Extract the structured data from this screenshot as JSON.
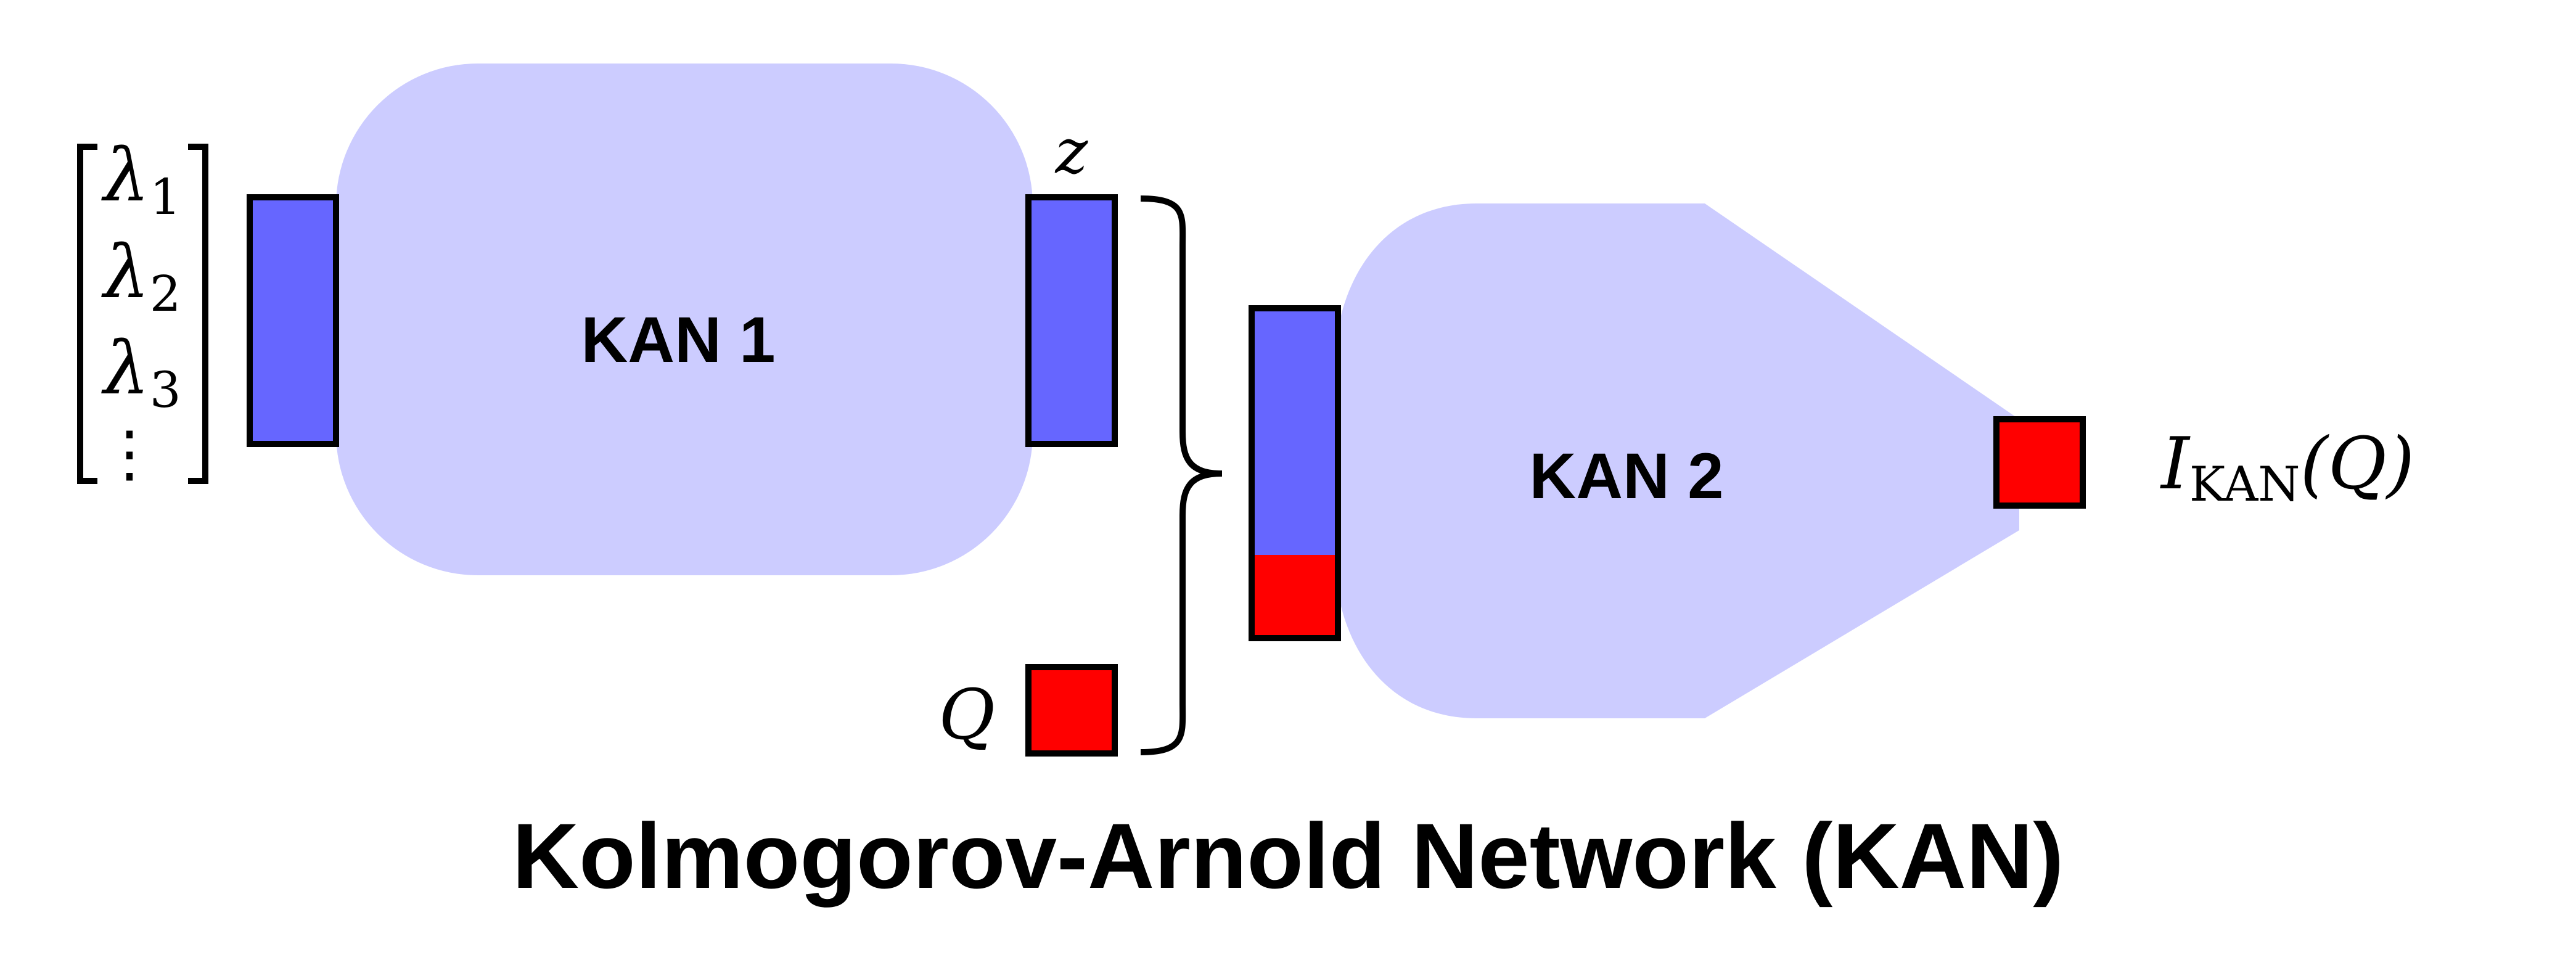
{
  "input_vector": {
    "symbol": "λ",
    "subscripts": [
      "1",
      "2",
      "3"
    ],
    "ellipsis": "⋮"
  },
  "kan1": {
    "label": "KAN 1"
  },
  "kan2": {
    "label": "KAN 2"
  },
  "latent": {
    "label": "z"
  },
  "query": {
    "label": "Q"
  },
  "output": {
    "main": "I",
    "subscript": "KAN",
    "argument": "(Q)"
  },
  "title": "Kolmogorov-Arnold Network (KAN)",
  "colors": {
    "block_fill": "#ccccff",
    "vector_blue": "#6666ff",
    "vector_red": "#ff0000",
    "stroke": "#000000"
  }
}
